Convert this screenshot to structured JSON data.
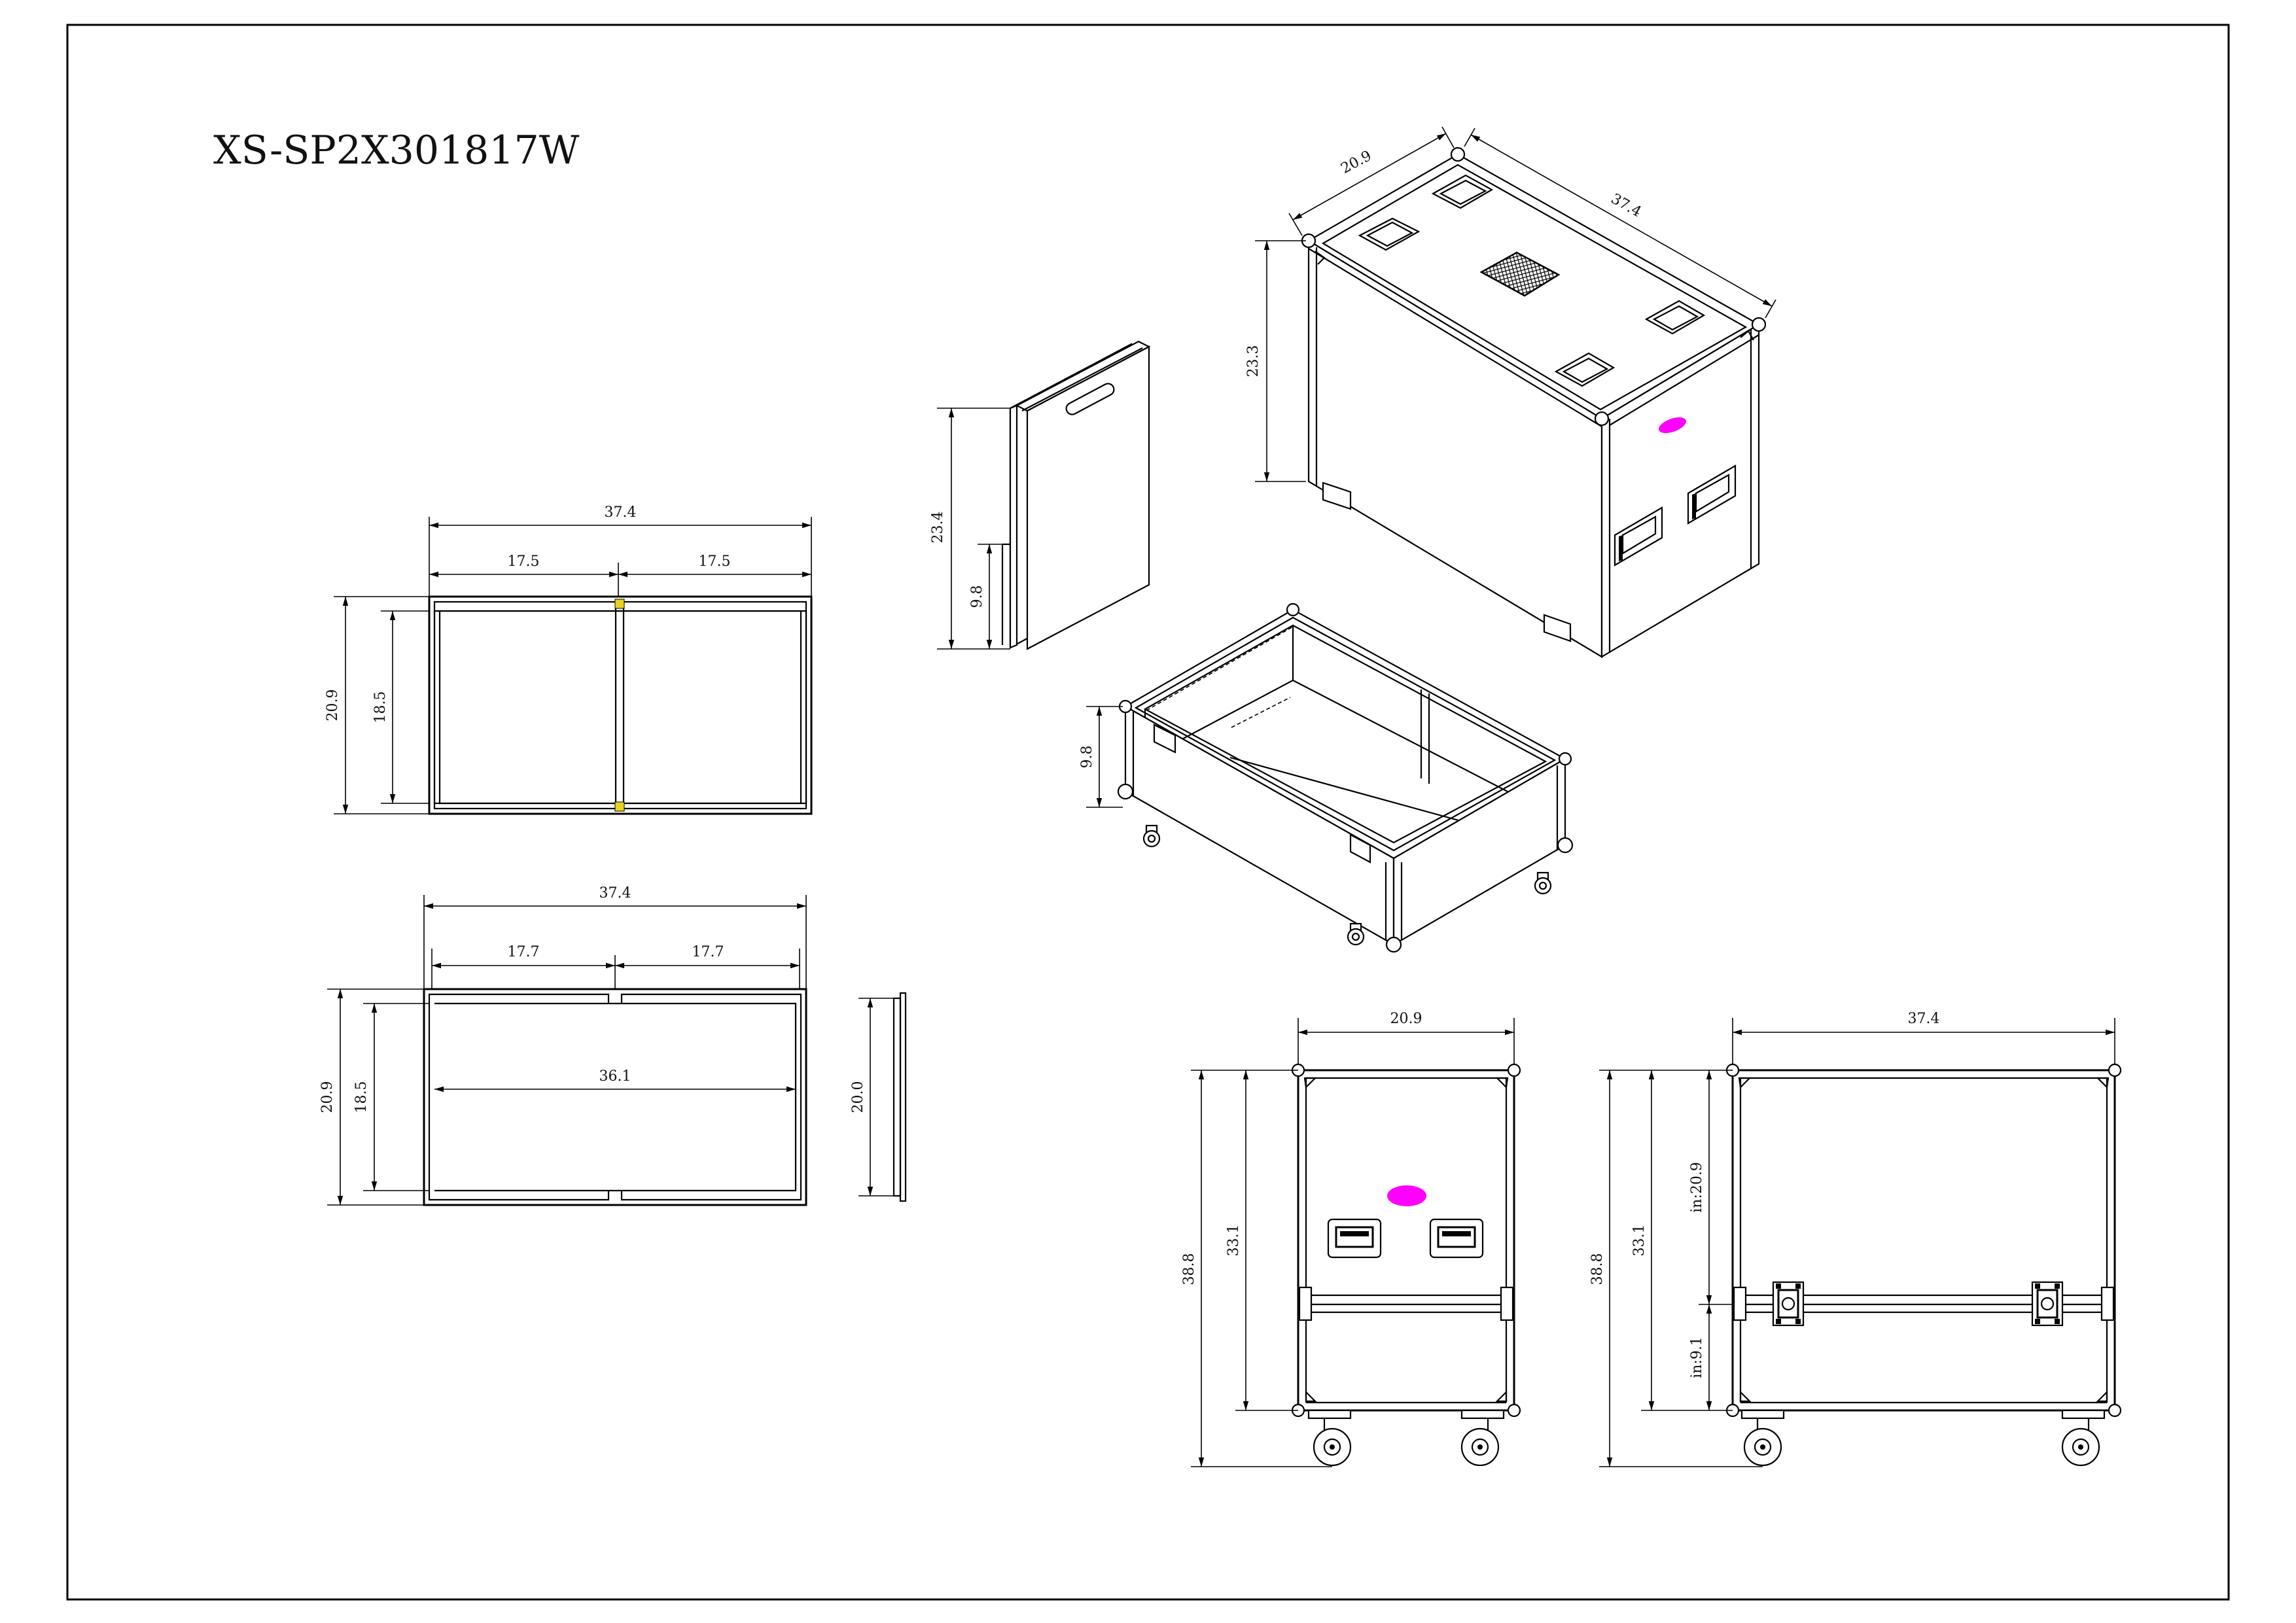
{
  "title": "XS-SP2X301817W",
  "accent_colors": {
    "label_marker": "#ff00ff",
    "joint_marker": "#e8d21c"
  },
  "views": {
    "lid_top": {
      "overall": "37.4",
      "left": "17.5",
      "right": "17.5",
      "depth_outer": "20.9",
      "depth_inner": "18.5"
    },
    "base_top": {
      "overall": "37.4",
      "left": "17.7",
      "right": "17.7",
      "depth_outer": "20.9",
      "depth_inner": "18.5",
      "inner_length": "36.1",
      "side_depth": "20.0"
    },
    "side_panel": {
      "height": "23.4",
      "lower": "9.8"
    },
    "iso_lid": {
      "depth": "20.9",
      "length": "37.4",
      "height": "23.3"
    },
    "iso_base": {
      "height": "9.8"
    },
    "front": {
      "width": "20.9",
      "overall_height": "38.8",
      "body_height": "33.1"
    },
    "side": {
      "length": "37.4",
      "overall_height": "38.8",
      "body_height": "33.1",
      "inner_upper": "in:20.9",
      "inner_lower": "in:9.1"
    }
  }
}
